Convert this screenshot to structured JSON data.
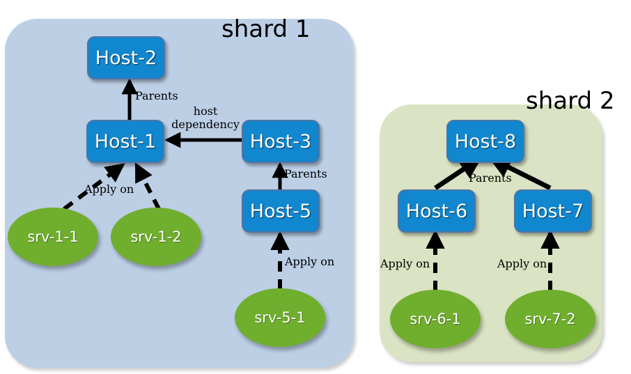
{
  "diagram": {
    "title_hidden": "",
    "colors": {
      "shard1_fill": "#bccfe5",
      "shard2_fill": "#dae3c3",
      "host_fill": "#1087ce",
      "host_border": "#4f74a6",
      "service_fill": "#70ae2e",
      "edge_color": "#000000",
      "text_on_node": "#ffffff"
    },
    "shards": [
      {
        "id": "shard-1",
        "label": "shard 1"
      },
      {
        "id": "shard-2",
        "label": "shard 2"
      }
    ],
    "hosts": [
      {
        "id": "host-2",
        "label": "Host-2",
        "shard": "shard-1"
      },
      {
        "id": "host-1",
        "label": "Host-1",
        "shard": "shard-1"
      },
      {
        "id": "host-3",
        "label": "Host-3",
        "shard": "shard-1"
      },
      {
        "id": "host-5",
        "label": "Host-5",
        "shard": "shard-1"
      },
      {
        "id": "host-8",
        "label": "Host-8",
        "shard": "shard-2"
      },
      {
        "id": "host-6",
        "label": "Host-6",
        "shard": "shard-2"
      },
      {
        "id": "host-7",
        "label": "Host-7",
        "shard": "shard-2"
      }
    ],
    "services": [
      {
        "id": "srv-1-1",
        "label": "srv-1-1",
        "shard": "shard-1"
      },
      {
        "id": "srv-1-2",
        "label": "srv-1-2",
        "shard": "shard-1"
      },
      {
        "id": "srv-5-1",
        "label": "srv-5-1",
        "shard": "shard-1"
      },
      {
        "id": "srv-6-1",
        "label": "srv-6-1",
        "shard": "shard-2"
      },
      {
        "id": "srv-7-2",
        "label": "srv-7-2",
        "shard": "shard-2"
      }
    ],
    "edges": [
      {
        "id": "e1",
        "from": "host-1",
        "to": "host-2",
        "label": "Parents",
        "style": "solid"
      },
      {
        "id": "e2",
        "from": "host-3",
        "to": "host-1",
        "label": "host dependency",
        "style": "solid"
      },
      {
        "id": "e3",
        "from": "host-5",
        "to": "host-3",
        "label": "Parents",
        "style": "solid"
      },
      {
        "id": "e4",
        "from": "srv-1-1",
        "to": "host-1",
        "label": "Apply on",
        "style": "dashed"
      },
      {
        "id": "e5",
        "from": "srv-1-2",
        "to": "host-1",
        "label": "",
        "style": "dashed"
      },
      {
        "id": "e6",
        "from": "srv-5-1",
        "to": "host-5",
        "label": "Apply on",
        "style": "dashed"
      },
      {
        "id": "e7",
        "from": "host-6",
        "to": "host-8",
        "label": "Parents",
        "style": "solid"
      },
      {
        "id": "e8",
        "from": "host-7",
        "to": "host-8",
        "label": "",
        "style": "solid"
      },
      {
        "id": "e9",
        "from": "srv-6-1",
        "to": "host-6",
        "label": "Apply on",
        "style": "dashed"
      },
      {
        "id": "e10",
        "from": "srv-7-2",
        "to": "host-7",
        "label": "Apply on",
        "style": "dashed"
      }
    ],
    "edge_labels": {
      "parents_host2": "Parents",
      "host_dependency_line1": "host",
      "host_dependency_line2": "dependency",
      "parents_host3": "Parents",
      "apply_on_host1": "Apply on",
      "apply_on_host5": "Apply on",
      "parents_host8": "Parents",
      "apply_on_host6": "Apply on",
      "apply_on_host7": "Apply on"
    }
  }
}
